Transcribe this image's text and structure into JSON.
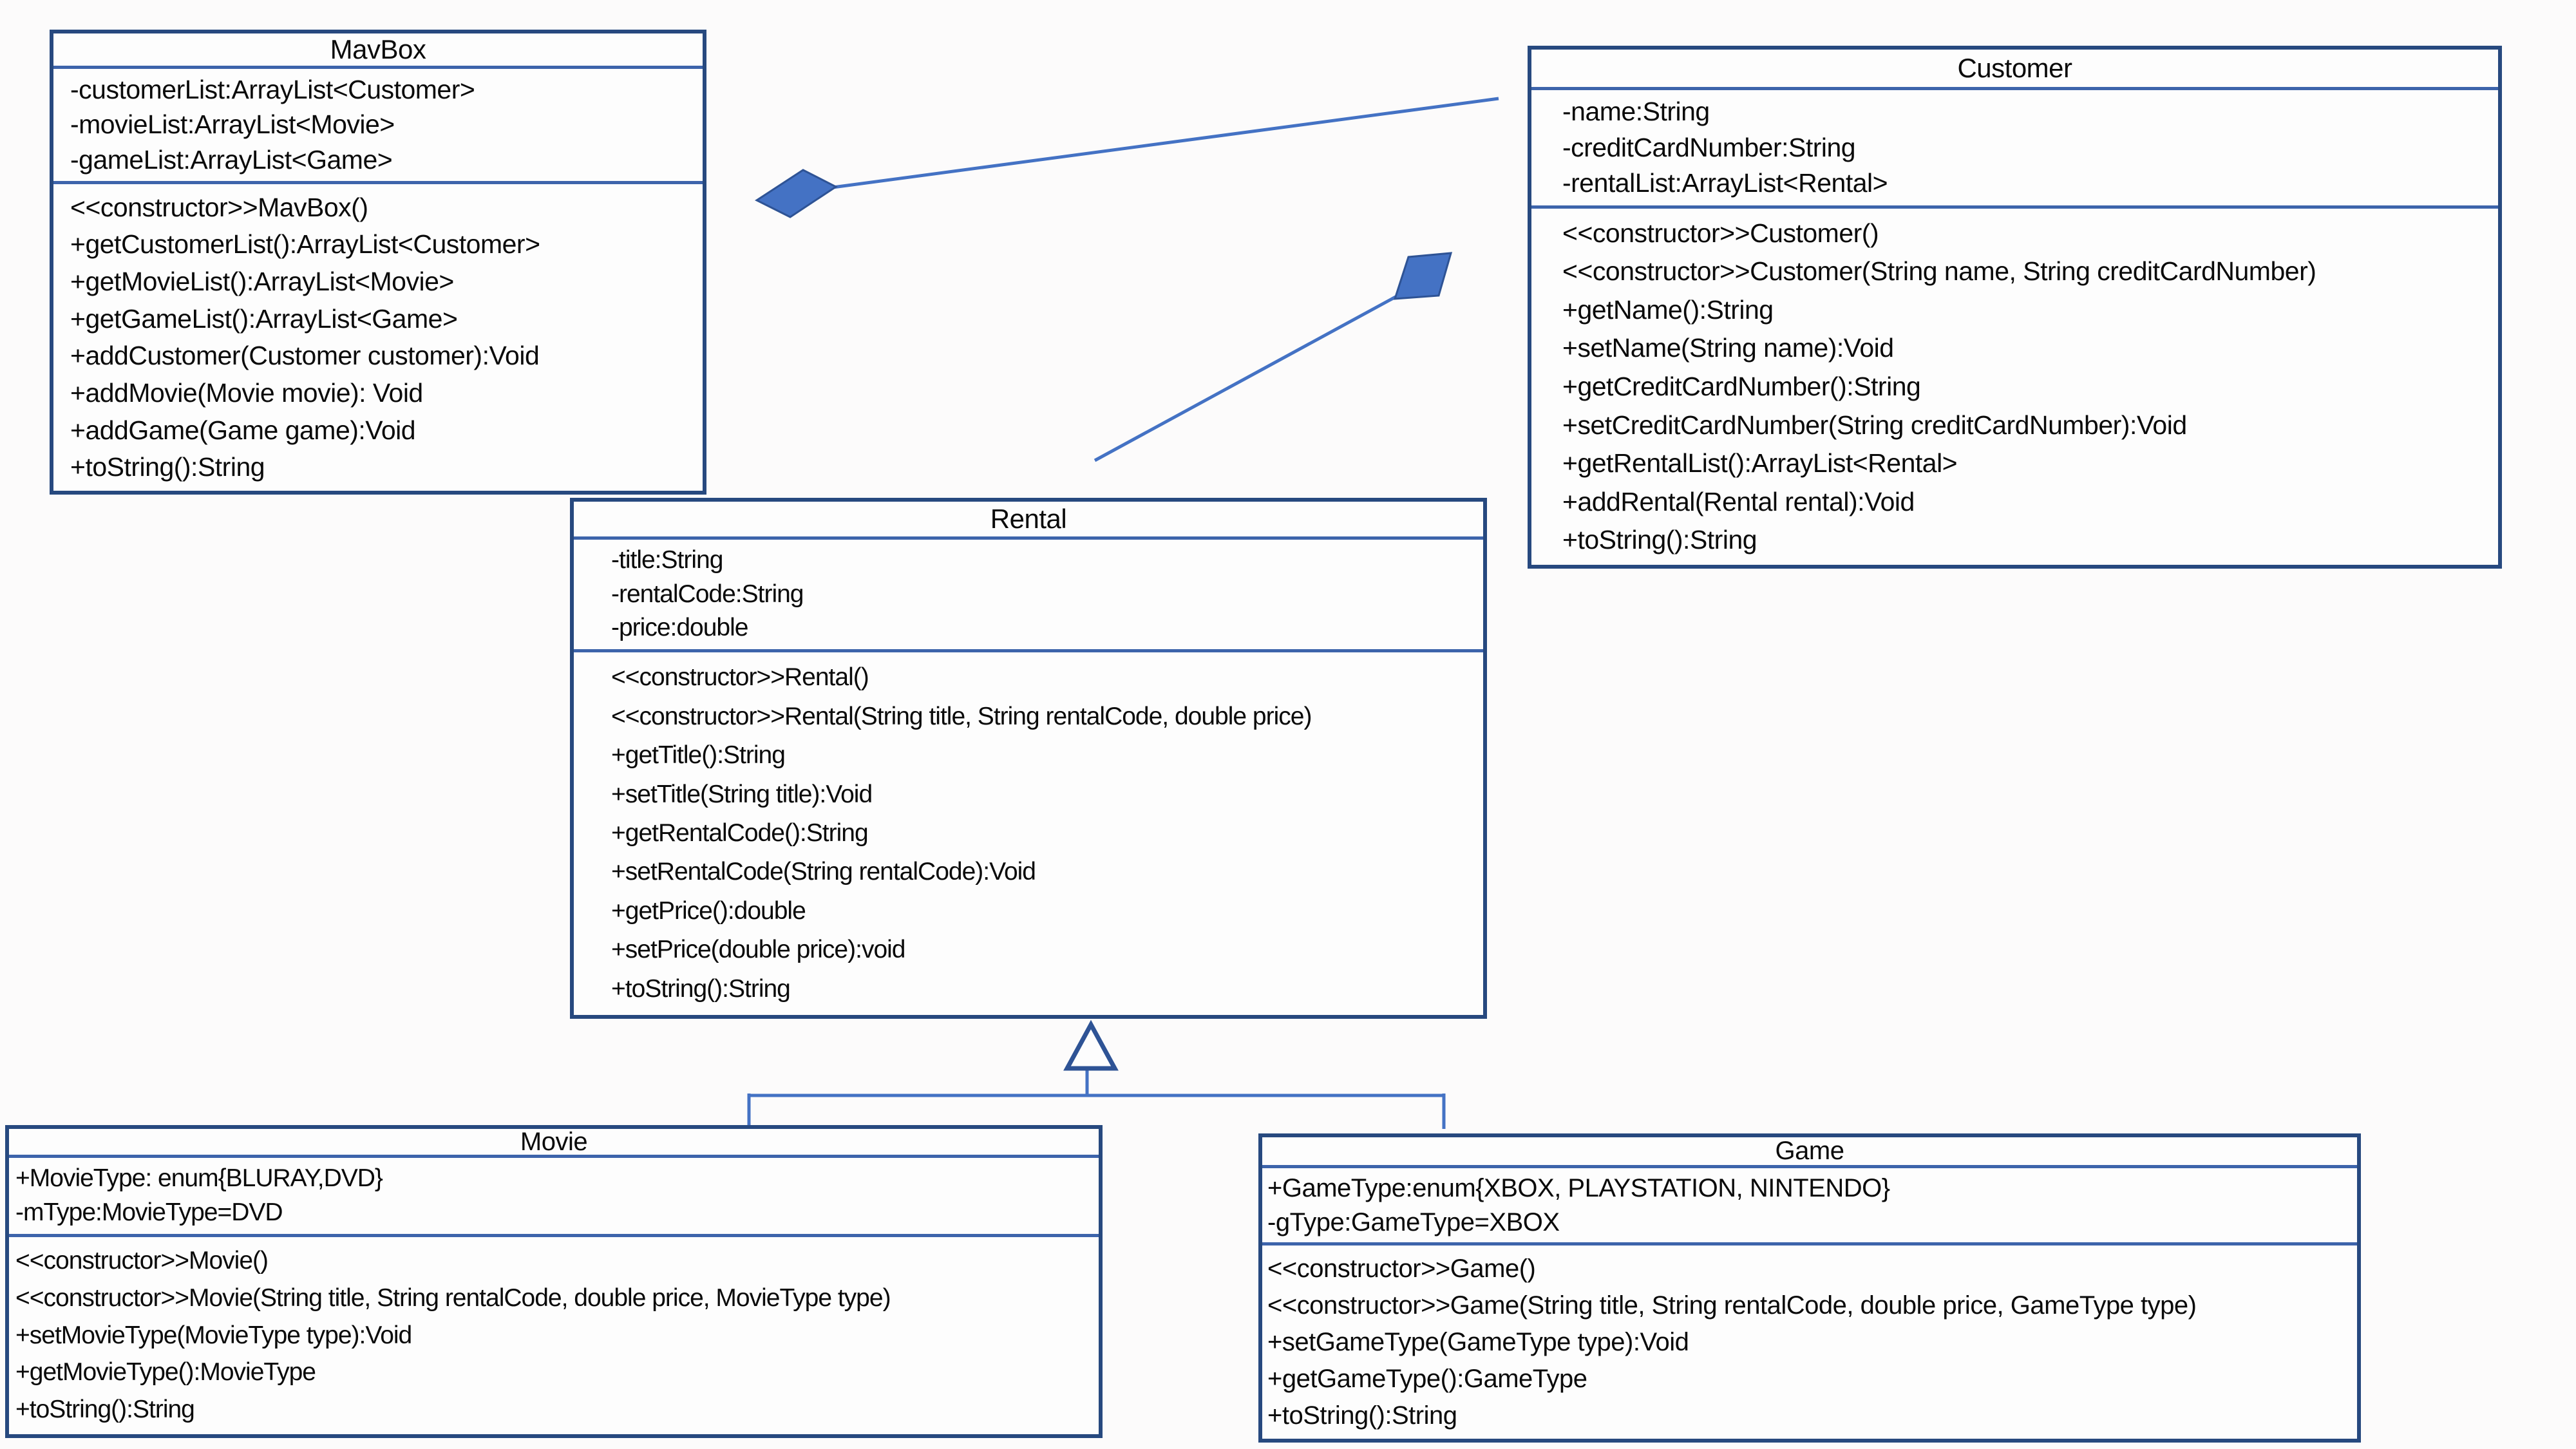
{
  "colors": {
    "background": "#fcfbfb",
    "box_fill": "#fdfdfd",
    "box_border": "#27497f",
    "separator": "#3d64ab",
    "connector": "#4472c4",
    "diamond_fill": "#4472c4",
    "diamond_edge": "#2e5395",
    "triangle_edge": "#2e5395",
    "text": "#0a0a0a"
  },
  "classes": {
    "mavbox": {
      "name": "MavBox",
      "attributes": [
        "-customerList:ArrayList<Customer>",
        "-movieList:ArrayList<Movie>",
        "-gameList:ArrayList<Game>"
      ],
      "methods": [
        "<<constructor>>MavBox()",
        "+getCustomerList():ArrayList<Customer>",
        "+getMovieList():ArrayList<Movie>",
        "+getGameList():ArrayList<Game>",
        "+addCustomer(Customer customer):Void",
        "+addMovie(Movie movie): Void",
        "+addGame(Game game):Void",
        "+toString():String"
      ]
    },
    "customer": {
      "name": "Customer",
      "attributes": [
        "-name:String",
        "-creditCardNumber:String",
        "-rentalList:ArrayList<Rental>"
      ],
      "methods": [
        "<<constructor>>Customer()",
        "<<constructor>>Customer(String name, String creditCardNumber)",
        "+getName():String",
        "+setName(String name):Void",
        "+getCreditCardNumber():String",
        "+setCreditCardNumber(String creditCardNumber):Void",
        "+getRentalList():ArrayList<Rental>",
        "+addRental(Rental rental):Void",
        "+toString():String"
      ]
    },
    "rental": {
      "name": "Rental",
      "attributes": [
        "-title:String",
        "-rentalCode:String",
        "-price:double"
      ],
      "methods": [
        "<<constructor>>Rental()",
        "<<constructor>>Rental(String title, String rentalCode, double price)",
        "+getTitle():String",
        "+setTitle(String title):Void",
        "+getRentalCode():String",
        "+setRentalCode(String rentalCode):Void",
        "+getPrice():double",
        "+setPrice(double price):void",
        "+toString():String"
      ]
    },
    "movie": {
      "name": "Movie",
      "attributes": [
        "+MovieType: enum{BLURAY,DVD}",
        "-mType:MovieType=DVD"
      ],
      "methods": [
        "<<constructor>>Movie()",
        "<<constructor>>Movie(String title, String rentalCode, double price, MovieType type)",
        "+setMovieType(MovieType type):Void",
        "+getMovieType():MovieType",
        "+toString():String"
      ]
    },
    "game": {
      "name": "Game",
      "attributes": [
        "+GameType:enum{XBOX, PLAYSTATION, NINTENDO}",
        "-gType:GameType=XBOX"
      ],
      "methods": [
        "<<constructor>>Game()",
        "<<constructor>>Game(String title, String rentalCode, double price, GameType type)",
        "+setGameType(GameType type):Void",
        "+getGameType():GameType",
        "+toString():String"
      ]
    }
  },
  "relationships": [
    {
      "type": "aggregation",
      "from": "Customer",
      "to": "MavBox"
    },
    {
      "type": "aggregation",
      "from": "Rental",
      "to": "Customer"
    },
    {
      "type": "inheritance",
      "from": "Movie",
      "to": "Rental"
    },
    {
      "type": "inheritance",
      "from": "Game",
      "to": "Rental"
    }
  ]
}
